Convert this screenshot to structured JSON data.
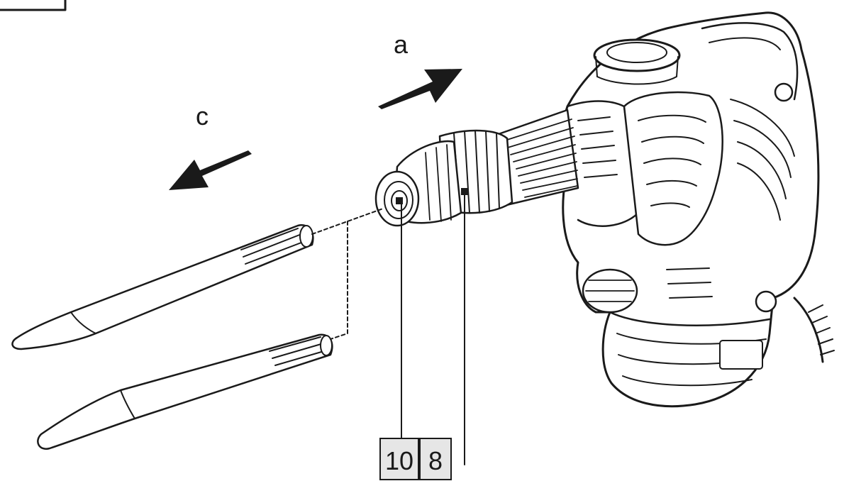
{
  "labels": {
    "direction_a": "a",
    "direction_c": "c",
    "callout_10": "10",
    "callout_8": "8"
  },
  "colors": {
    "ink": "#1a1a1a",
    "callout_fill": "#e6e6e6",
    "background": "#ffffff"
  }
}
